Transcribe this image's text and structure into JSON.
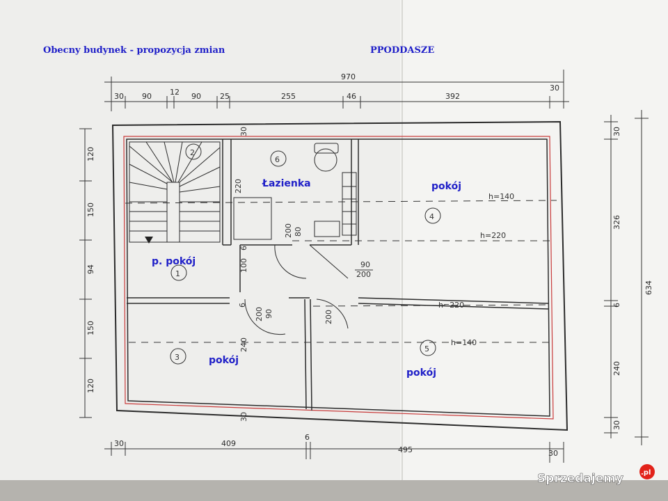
{
  "title_left": "Obecny budynek - propozycja zmian",
  "title_right": "PPODDASZE",
  "rooms": [
    {
      "label": "Łazienka",
      "num": "6"
    },
    {
      "label": "pokój",
      "num": "4"
    },
    {
      "label": "p. pokój",
      "num": "1"
    },
    {
      "label": "pokój",
      "num": "3"
    },
    {
      "label": "pokój",
      "num": "5"
    },
    {
      "label": "",
      "num": "2"
    }
  ],
  "dims_top": {
    "total": "970",
    "d1": "30",
    "d2": "90",
    "d3": "12",
    "d4": "90",
    "d5": "25",
    "d6": "255",
    "d7": "46",
    "d8": "392",
    "d9": "30"
  },
  "dims_bottom": {
    "d1": "30",
    "d2": "409",
    "d3": "6",
    "d4": "495",
    "d5": "30"
  },
  "dims_left": {
    "d1": "120",
    "d2": "150",
    "d3": "94",
    "d4": "150",
    "d5": "120"
  },
  "dims_right": {
    "total": "634",
    "d1": "30",
    "d2": "326",
    "d3": "6",
    "d4": "240",
    "d5": "30"
  },
  "inner_labels": {
    "h140a": "h=140",
    "h220a": "h=220",
    "h220b": "h=220",
    "h140b": "h=140",
    "door1a": "90",
    "door1b": "200",
    "door2a": "90",
    "door2b": "200",
    "door3": "200",
    "door4a": "200",
    "door4b": "80",
    "w220": "220",
    "w6": "6",
    "w100": "100",
    "w240": "240",
    "w30a": "30",
    "w30b": "30",
    "w30c": "30"
  },
  "watermark": {
    "text": "Sprzedajemy",
    "suffix": ".pl"
  }
}
